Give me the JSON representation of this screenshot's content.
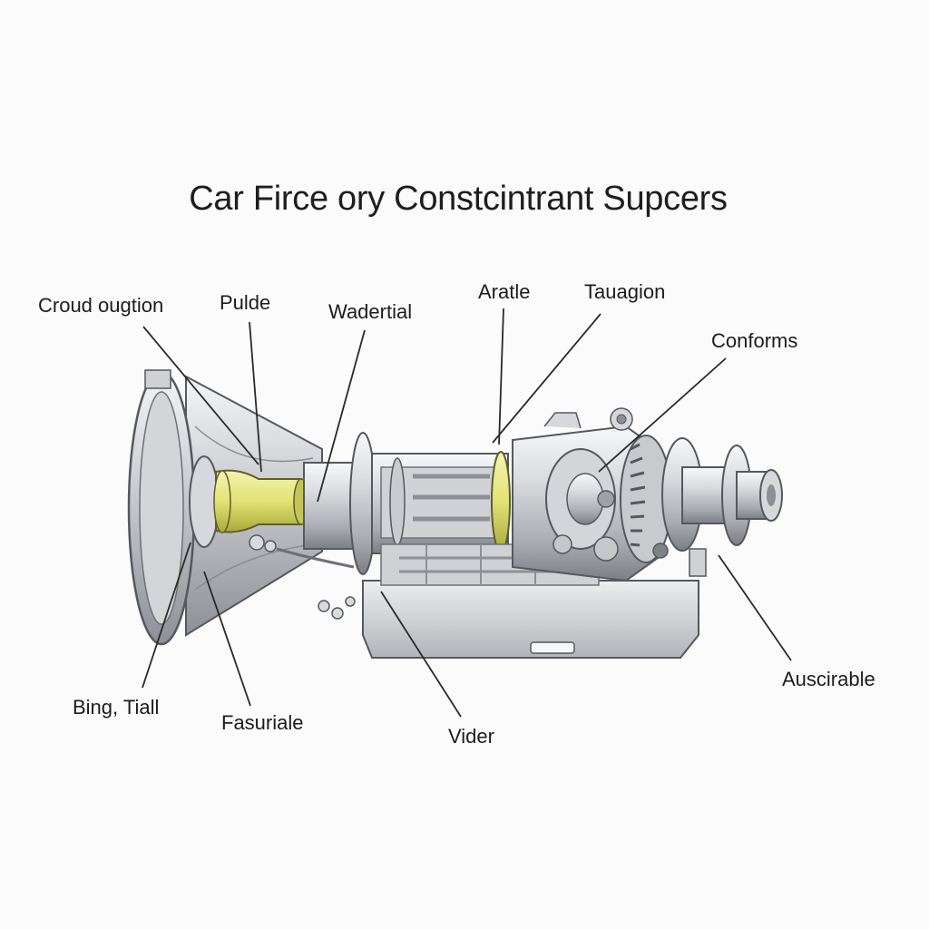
{
  "title": "Car Firce ory Constcintrant Supcers",
  "labels": {
    "croud_ougtion": "Croud ougtion",
    "pulde": "Pulde",
    "wadertial": "Wadertial",
    "aratle": "Aratle",
    "tauagion": "Tauagion",
    "conforms": "Conforms",
    "bing_tiall": "Bing, Tiall",
    "fasuriale": "Fasuriale",
    "vider": "Vider",
    "auscirable": "Auscirable"
  },
  "colors": {
    "metal_light": "#e4e5e8",
    "metal_mid": "#b7b9be",
    "metal_dark": "#6e7076",
    "accent_yellow": "#e1e274",
    "leader_line": "#2a2a2a"
  }
}
